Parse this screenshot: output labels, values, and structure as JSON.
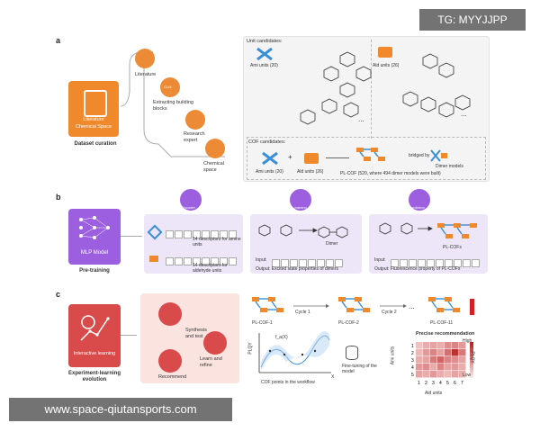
{
  "watermarks": {
    "top": "TG: MYYJJPP",
    "bottom": "www.space-qiutansports.com"
  },
  "panel_a": {
    "letter": "a",
    "main_box": {
      "line1": "Literature",
      "line2": "Chemical Space"
    },
    "main_caption": "Dataset curation",
    "steps": [
      "Literature",
      "Extracting building blocks",
      "Research expert",
      "Chemical space"
    ],
    "step_icon_label": "CLM",
    "unit_candidates_label": "Unit candidates:",
    "ami_units": "Ami units (20)",
    "ald_units": "Ald units (26)",
    "cof_candidates_label": "COF candidates:",
    "ami_units_2": "Ami units (20)",
    "ald_units_2": "Ald units (26)",
    "pl_cof": "PL-COF (520, where 494 dimer models were built)",
    "bridged_by": "bridged by",
    "dimer_models": "Dimer models",
    "ellipsis": "...",
    "plus": "+"
  },
  "panel_b": {
    "letter": "b",
    "main_box": "MLP Model",
    "main_caption": "Pre-training",
    "stage_labels": [
      "Encoder",
      "Pre-training",
      "Prediction"
    ],
    "desc_amine": "14 descriptors for amine units",
    "desc_aldehyde": "14 descriptors for aldehyde units",
    "dimer": "Dimer",
    "pl_cofs": "PL-COFs",
    "input_label": "Input:",
    "output_excited": "Output: Excited state properties of dimers",
    "output_fluor": "Output: Fluorescence property of PL-COFs"
  },
  "panel_c": {
    "letter": "c",
    "main_box": "Interactive learning",
    "main_caption": "Experiment-learning evolution",
    "cycle_nodes": [
      "Synthesis and test",
      "Learn and refine",
      "Recommend"
    ],
    "cof_labels": [
      "PL-COF-1",
      "PL-COF-2",
      "PL-COF-11"
    ],
    "cycle_labels": [
      "Cycle 1",
      "Cycle 2"
    ],
    "plqy": "PLQY",
    "fx": "f_a(X)",
    "x_axis": "X",
    "cof_points": "COF points in the workflow",
    "finetune": "Fine-tuning of the model",
    "precise": "Precise recommendation",
    "ami_units": "Ami units",
    "ald_units": "Ald units",
    "high": "High",
    "low": "Low",
    "plqy_bar": "PLQY",
    "ellipsis": "..."
  },
  "heatmap": {
    "rows": [
      "1",
      "2",
      "3",
      "4",
      "5"
    ],
    "cols": [
      "1",
      "2",
      "3",
      "4",
      "5",
      "6",
      "7"
    ],
    "values": [
      [
        0.2,
        0.3,
        0.35,
        0.3,
        0.45,
        0.5,
        0.4
      ],
      [
        0.25,
        0.4,
        0.5,
        0.35,
        0.6,
        0.9,
        0.55
      ],
      [
        0.3,
        0.35,
        0.55,
        0.65,
        0.5,
        0.45,
        0.35
      ],
      [
        0.4,
        0.45,
        0.3,
        0.5,
        0.35,
        0.4,
        0.3
      ],
      [
        0.35,
        0.3,
        0.4,
        0.3,
        0.25,
        0.35,
        0.3
      ]
    ],
    "colors": {
      "high": "#b71c1c",
      "low": "#fdecec"
    }
  },
  "colors": {
    "orange": "#f0892c",
    "purple": "#9b5fe0",
    "red": "#d94a4a",
    "blue": "#3b8fd8"
  }
}
